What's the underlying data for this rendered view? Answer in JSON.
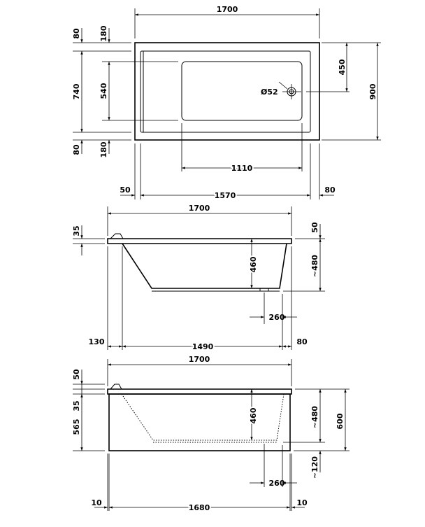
{
  "top_view": {
    "overall_length": "1700",
    "overall_width": "900",
    "left_rim": "50",
    "right_rim": "80",
    "inner_length": "1570",
    "basin_length": "1110",
    "drain_offset": "450",
    "drain_diameter": "Ø52",
    "left_dims": {
      "top_rim": "80",
      "inner_width": "740",
      "bottom_rim": "80"
    },
    "basin_dims": {
      "top": "180",
      "basin_width": "540",
      "bottom": "180"
    }
  },
  "side_view": {
    "overall_length": "1700",
    "rim_thickness": "35",
    "rim_step": "50",
    "inner_depth": "460",
    "outer_depth": "~480",
    "drain_position": "260",
    "left_offset": "130",
    "bottom_length": "1490",
    "right_offset": "80"
  },
  "panel_view": {
    "overall_length": "1700",
    "rim_step": "50",
    "rim_thickness": "35",
    "panel_height": "565",
    "inner_depth": "460",
    "outer_depth": "~480",
    "total_height": "600",
    "leg_height": "~120",
    "drain_position": "260",
    "left_offset": "10",
    "panel_length": "1680",
    "right_offset": "10"
  }
}
